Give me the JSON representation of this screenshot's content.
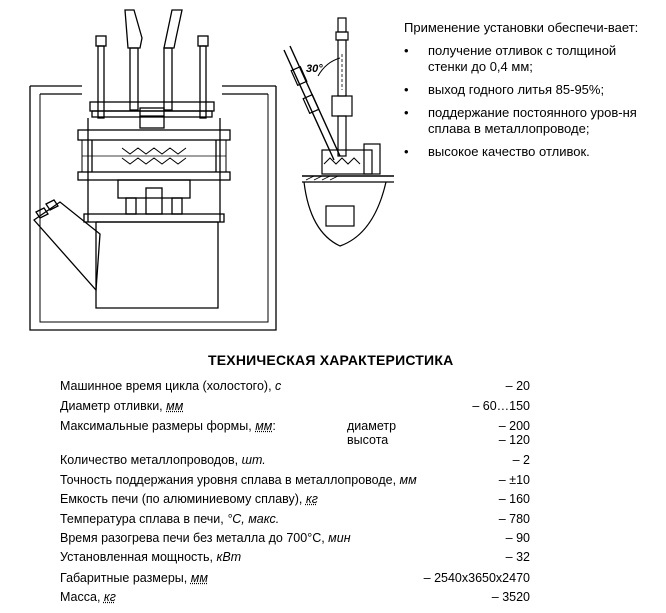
{
  "intro": {
    "lead": "Применение установки обеспечи-вает:",
    "bullet_glyph": "•",
    "items": [
      "получение отливок с толщиной стенки до 0,4 мм;",
      "выход годного литья 85-95%;",
      "поддержание постоянного уров-ня сплава в  металлопроводе;",
      "высокое качество отливок."
    ]
  },
  "figure": {
    "angle_label": "30°"
  },
  "spec": {
    "title": "ТЕХНИЧЕСКАЯ ХАРАКТЕРИСТИКА",
    "rows": [
      {
        "label": "Машинное время цикла (холостого), ",
        "unit": "с",
        "value": "–   20"
      },
      {
        "label": "Диаметр отливки, ",
        "unit": "мм",
        "value": "– 60…150"
      },
      {
        "label": "Максимальные размеры формы, ",
        "unit": "мм",
        "suffix": ":",
        "sub": "диаметр",
        "value": "– 200"
      },
      {
        "label": "",
        "unit": "",
        "sub": "высота",
        "value": "– 120"
      },
      {
        "label": "Количество металлопроводов, ",
        "unit": "шт.",
        "value": "–    2"
      },
      {
        "label": "Точность поддержания уровня сплава в металлопроводе, ",
        "unit": "мм",
        "value": "– ±10"
      },
      {
        "label": "Емкость печи (по алюминиевому сплаву), ",
        "unit": "кг",
        "value": "– 160"
      },
      {
        "label": "Температура сплава в печи, ",
        "unit": "°С, макс.",
        "value": "– 780"
      },
      {
        "label": "Время разогрева печи без металла до 700°С, ",
        "unit": "мин",
        "value": "–   90"
      },
      {
        "label": "Установленная мощность, ",
        "unit": "кВт",
        "value": "–   32"
      },
      {
        "label": "Габаритные размеры, ",
        "unit": "мм",
        "value": "– 2540х3650х2470"
      },
      {
        "label": "Масса, ",
        "unit": "кг",
        "value": "– 3520"
      }
    ]
  }
}
